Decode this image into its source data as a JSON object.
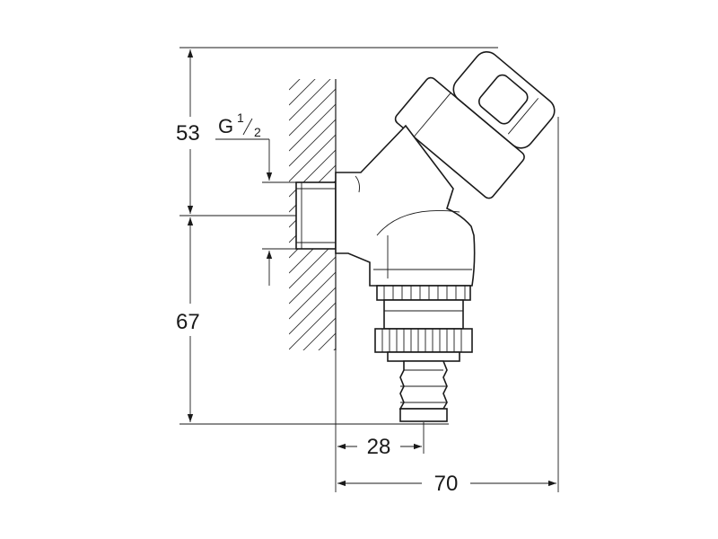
{
  "dimensions": {
    "top_height": "53",
    "bottom_height": "67",
    "outlet_offset": "28",
    "total_depth": "70"
  },
  "thread": {
    "letter": "G",
    "numerator": "1",
    "denominator": "2"
  },
  "colors": {
    "line": "#1a1a1a",
    "background": "#ffffff"
  }
}
